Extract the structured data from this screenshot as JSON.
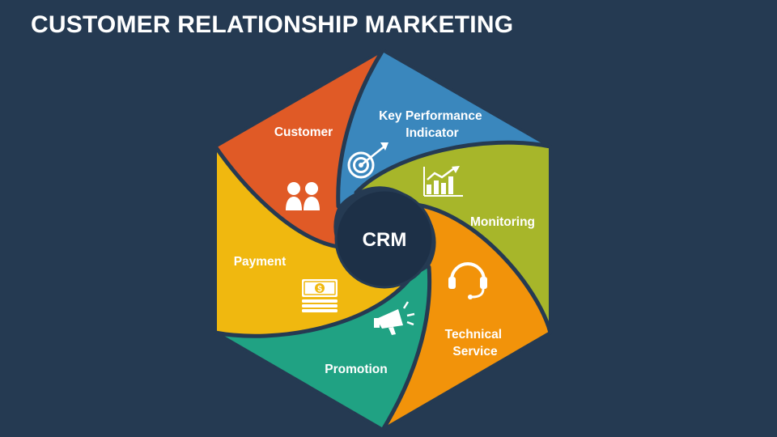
{
  "title": "CUSTOMER RELATIONSHIP MARKETING",
  "center": {
    "label": "CRM"
  },
  "segments": [
    {
      "label_lines": [
        "Customer"
      ],
      "color": "#e05a26",
      "icon": "people-icon"
    },
    {
      "label_lines": [
        "Key Performance",
        "Indicator"
      ],
      "color": "#3a87bd",
      "icon": "target-icon"
    },
    {
      "label_lines": [
        "Monitoring"
      ],
      "color": "#a7b62a",
      "icon": "chart-icon"
    },
    {
      "label_lines": [
        "Technical",
        "Service"
      ],
      "color": "#f2930a",
      "icon": "headset-icon"
    },
    {
      "label_lines": [
        "Promotion"
      ],
      "color": "#20a283",
      "icon": "megaphone-icon"
    },
    {
      "label_lines": [
        "Payment"
      ],
      "color": "#f0b80f",
      "icon": "money-icon"
    }
  ],
  "colors": {
    "background": "#253a52",
    "hub": "#1d3047",
    "text": "#ffffff"
  }
}
